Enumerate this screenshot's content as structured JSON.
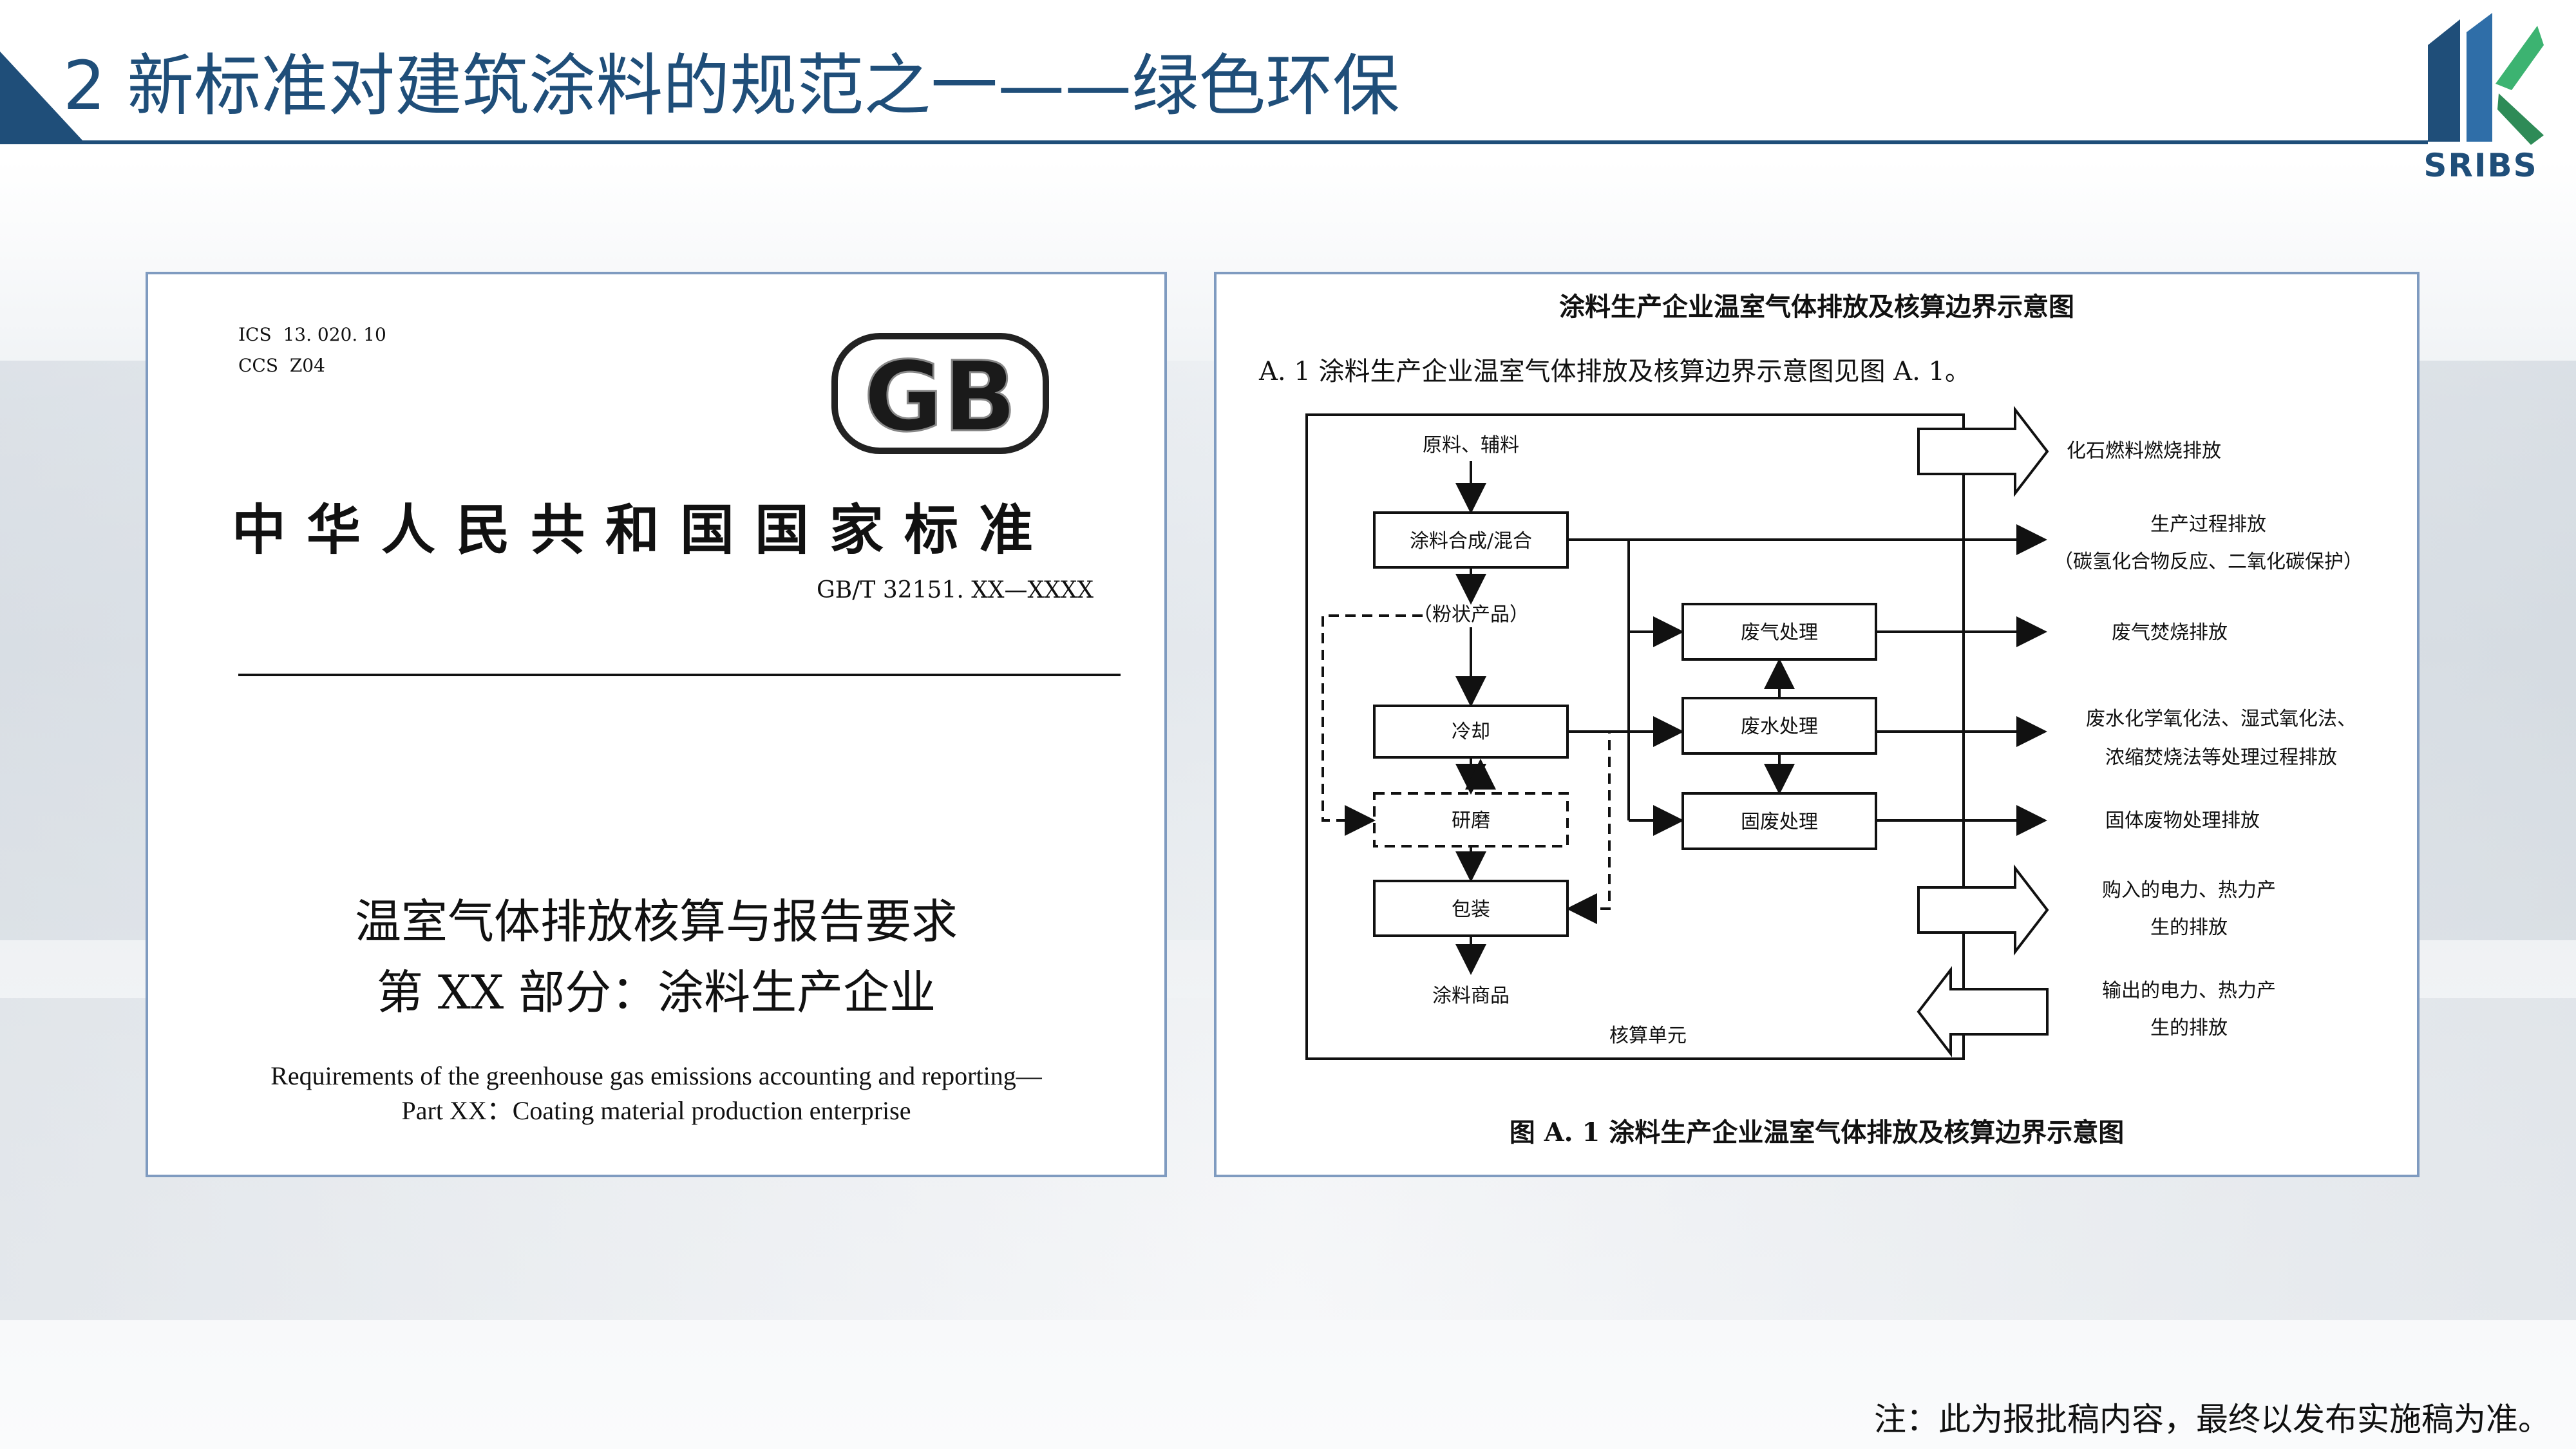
{
  "slide": {
    "title": "2 新标准对建筑涂料的规范之一——绿色环保",
    "logo_text": "SRIBS",
    "note": "注：此为报批稿内容，最终以发布实施稿为准。"
  },
  "cover": {
    "ics_label": "ICS",
    "ics_value": "13. 020. 10",
    "ccs_label": "CCS",
    "ccs_value": "Z04",
    "gb_mark": "GB",
    "standard_name": "中华人民共和国国家标准",
    "standard_number": "GB/T 32151. XX—XXXX",
    "title_line1": "温室气体排放核算与报告要求",
    "title_line2": "第 XX 部分：涂料生产企业",
    "en_line1": "Requirements of the greenhouse gas emissions accounting and reporting—",
    "en_line2": "Part XX：Coating material production enterprise"
  },
  "figure": {
    "header": "涂料生产企业温室气体排放及核算边界示意图",
    "subtitle": "A. 1   涂料生产企业温室气体排放及核算边界示意图见图 A. 1。",
    "caption": "图 A. 1  涂料生产企业温室气体排放及核算边界示意图",
    "nodes": {
      "raw": "原料、辅料",
      "synthesis": "涂料合成/混合",
      "powder": "（粉状产品）",
      "cooling": "冷却",
      "grinding": "研磨",
      "packaging": "包装",
      "product": "涂料商品",
      "boundary": "核算单元",
      "waste_gas": "废气处理",
      "waste_water": "废水处理",
      "solid_waste": "固废处理"
    },
    "emissions": {
      "fossil": "化石燃料燃烧排放",
      "process": "生产过程排放",
      "process_detail": "（碳氢化合物反应、二氧化碳保护）",
      "incineration": "废气焚烧排放",
      "wastewater_1": "废水化学氧化法、湿式氧化法、",
      "wastewater_2": "浓缩焚烧法等处理过程排放",
      "solid": "固体废物处理排放",
      "purchased_1": "购入的电力、热力产",
      "purchased_2": "生的排放",
      "exported_1": "输出的电力、热力产",
      "exported_2": "生的排放"
    }
  }
}
